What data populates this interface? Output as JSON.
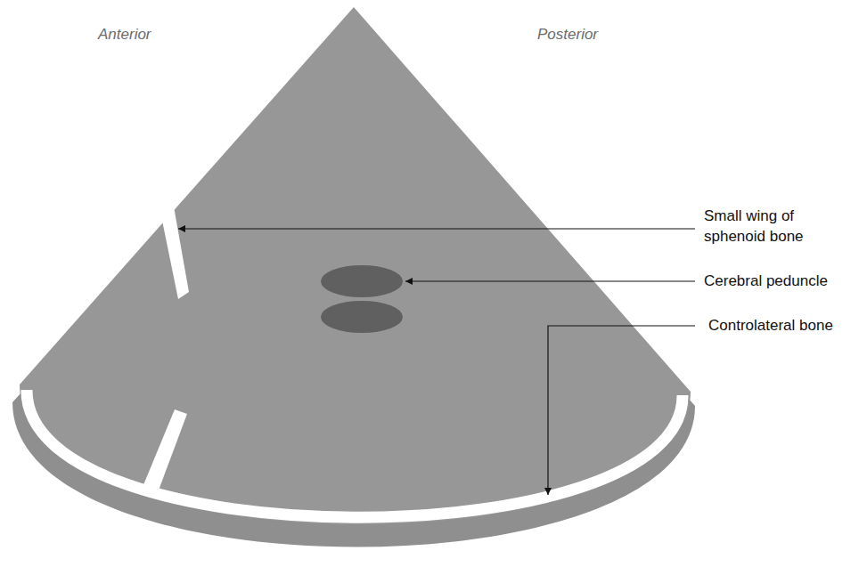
{
  "diagram": {
    "labels": [
      "Anterior",
      "Posterior",
      "Small wing of sphenoid bone",
      "Cerebral peduncle",
      "Controlateral bone"
    ]
  }
}
